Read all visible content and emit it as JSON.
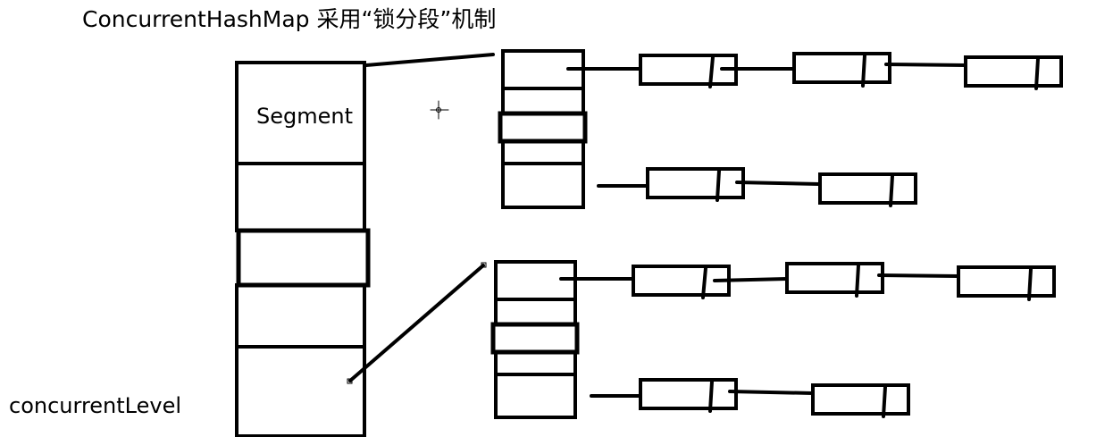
{
  "diagram": {
    "title": "ConcurrentHashMap  采用“锁分段”机制",
    "segment_label": "Segment",
    "concurrency_label": "concurrentLevel"
  }
}
